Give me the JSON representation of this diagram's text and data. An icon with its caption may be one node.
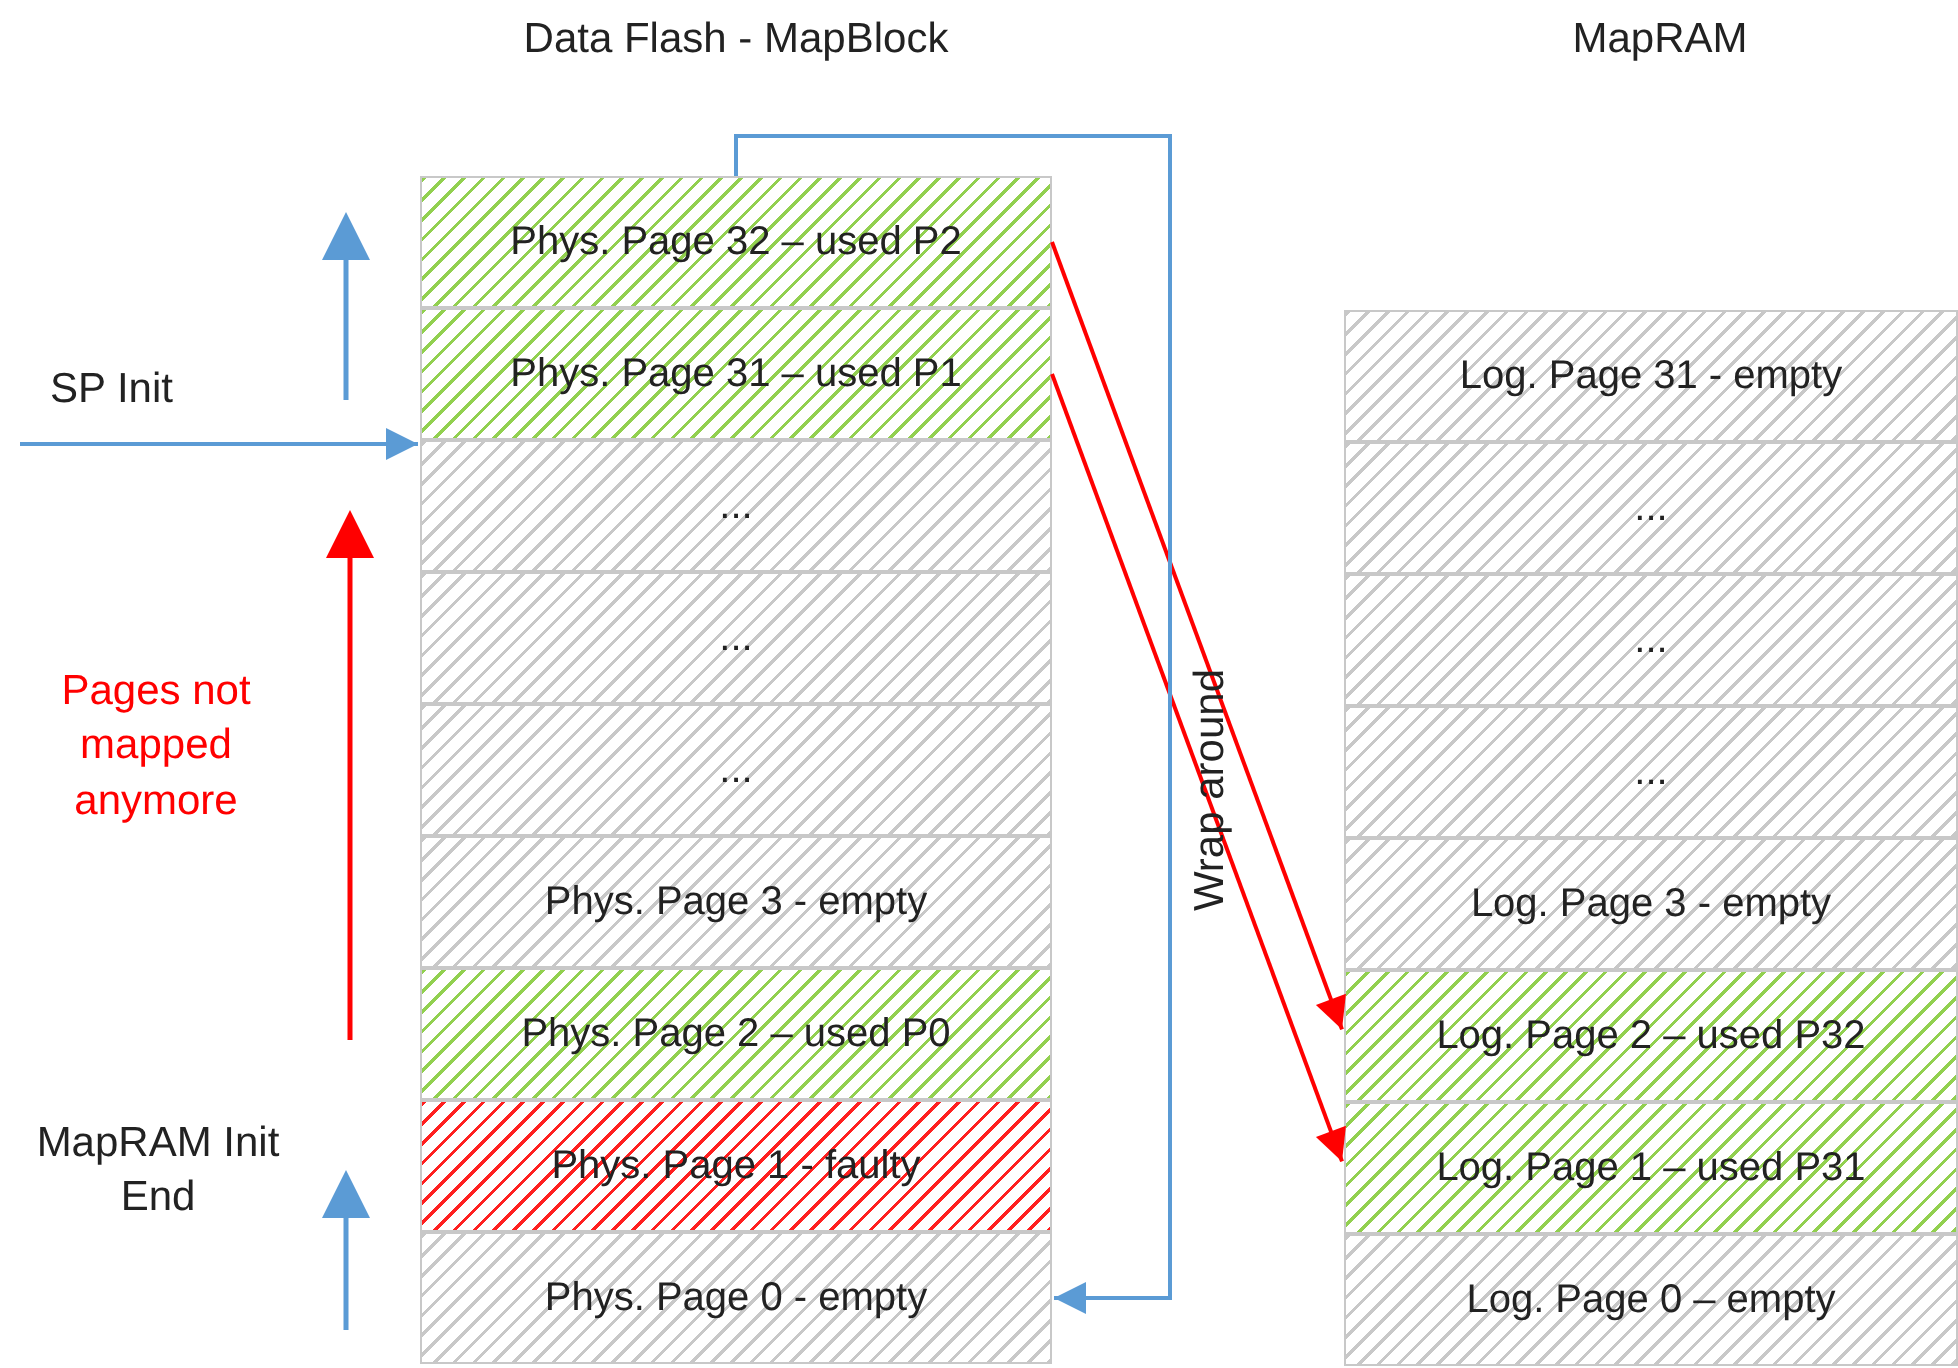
{
  "diagram": {
    "nodes": [
      {
        "text": [
          "Phys. Page 32 – used P2"
        ]
      },
      {
        "text": [
          "Phys. Page 31 – used P1"
        ]
      },
      {
        "text": [
          "..."
        ]
      },
      {
        "text": [
          "..."
        ]
      },
      {
        "text": [
          "..."
        ]
      },
      {
        "text": [
          "Phys. Page 3 - empty"
        ]
      },
      {
        "text": [
          "Phys. Page 2 – used P0"
        ]
      },
      {
        "text": [
          "Phys. Page 1 - faulty"
        ]
      },
      {
        "text": [
          "Phys. Page 0 - empty"
        ]
      },
      {
        "text": [
          "Log. Page 31 - empty"
        ]
      },
      {
        "text": [
          "..."
        ]
      },
      {
        "text": [
          "..."
        ]
      },
      {
        "text": [
          "..."
        ]
      },
      {
        "text": [
          "Log. Page 3 - empty"
        ]
      },
      {
        "text": [
          "Log. Page 2 – used P32"
        ]
      },
      {
        "text": [
          "Log. Page 1 – used P31"
        ]
      },
      {
        "text": [
          "Log. Page 0 – empty"
        ]
      }
    ],
    "edges": [
      {
        "from": 0,
        "to": 14,
        "arrow": "to",
        "color": "#ff0000"
      },
      {
        "from": 1,
        "to": 15,
        "arrow": "to",
        "color": "#ff0000"
      },
      {
        "from": null,
        "to": 2,
        "arrow": "to",
        "label": "SP Init",
        "color": "#5b9bd5"
      },
      {
        "from": 0,
        "to": 8,
        "arrow": "to",
        "label": "Wrap around",
        "color": "#5b9bd5"
      }
    ],
    "labels": [
      "Data Flash - MapBlock",
      "MapRAM",
      "Pages not mapped anymore",
      "MapRAM Init End"
    ]
  }
}
